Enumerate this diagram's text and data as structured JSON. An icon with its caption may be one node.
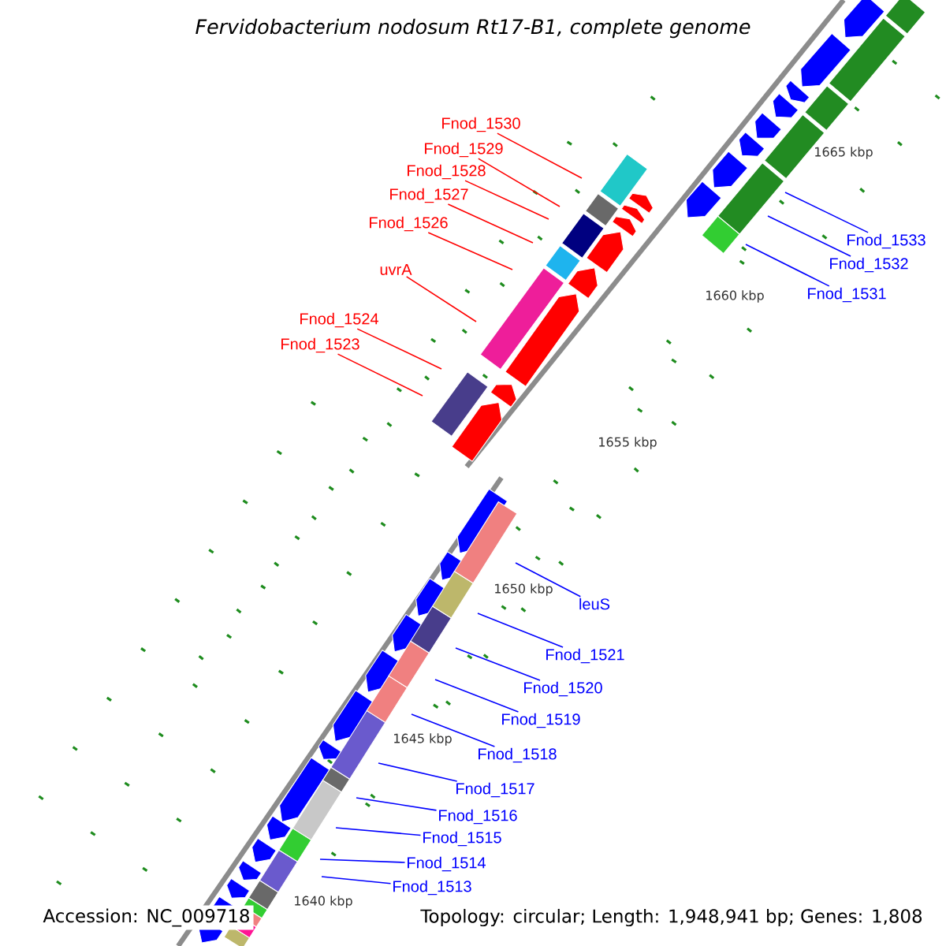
{
  "diagram": {
    "title": "Fervidobacterium nodosum Rt17-B1, complete genome",
    "nodes": [
      {
        "text": [
          "Fnod_1530"
        ]
      },
      {
        "text": [
          "Fnod_1529"
        ]
      },
      {
        "text": [
          "Fnod_1528"
        ]
      },
      {
        "text": [
          "Fnod_1527"
        ]
      },
      {
        "text": [
          "Fnod_1526"
        ]
      },
      {
        "text": [
          "Fnod_1533"
        ]
      },
      {
        "text": [
          "Fnod_1532"
        ]
      },
      {
        "text": [
          "uvrA"
        ]
      },
      {
        "text": [
          "Fnod_1531"
        ]
      },
      {
        "text": [
          "Fnod_1524"
        ]
      },
      {
        "text": [
          "Fnod_1523"
        ]
      },
      {
        "text": [
          "leuS"
        ]
      },
      {
        "text": [
          "Fnod_1521"
        ]
      },
      {
        "text": [
          "Fnod_1520"
        ]
      },
      {
        "text": [
          "Fnod_1519"
        ]
      },
      {
        "text": [
          "Fnod_1518"
        ]
      },
      {
        "text": [
          "Fnod_1517"
        ]
      },
      {
        "text": [
          "Fnod_1516"
        ]
      },
      {
        "text": [
          "Fnod_1515"
        ]
      },
      {
        "text": [
          "Fnod_1514"
        ]
      },
      {
        "text": [
          "Fnod_1513"
        ]
      }
    ],
    "edges": [
      {
        "from": 0,
        "to": null,
        "arrow": "none",
        "color": "#ff0000"
      },
      {
        "from": 1,
        "to": null,
        "arrow": "none",
        "color": "#ff0000"
      },
      {
        "from": 2,
        "to": null,
        "arrow": "none",
        "color": "#ff0000"
      },
      {
        "from": 3,
        "to": null,
        "arrow": "none",
        "color": "#ff0000"
      },
      {
        "from": 4,
        "to": null,
        "arrow": "none",
        "color": "#ff0000"
      },
      {
        "from": 5,
        "to": null,
        "arrow": "none"
      },
      {
        "from": 6,
        "to": null,
        "arrow": "none"
      },
      {
        "from": 7,
        "to": null,
        "arrow": "none",
        "color": "#ff0000"
      },
      {
        "from": 8,
        "to": null,
        "arrow": "none"
      },
      {
        "from": 9,
        "to": null,
        "arrow": "none",
        "color": "#ff0000"
      },
      {
        "from": 10,
        "to": null,
        "arrow": "none",
        "color": "#ff0000"
      },
      {
        "from": 11,
        "to": null,
        "arrow": "none"
      },
      {
        "from": 12,
        "to": null,
        "arrow": "none"
      },
      {
        "from": 13,
        "to": null,
        "arrow": "none"
      },
      {
        "from": 14,
        "to": null,
        "arrow": "none"
      },
      {
        "from": 15,
        "to": null,
        "arrow": "none"
      },
      {
        "from": 16,
        "to": null,
        "arrow": "none"
      },
      {
        "from": 17,
        "to": null,
        "arrow": "none"
      },
      {
        "from": 18,
        "to": null,
        "arrow": "none"
      },
      {
        "from": 19,
        "to": null,
        "arrow": "none"
      },
      {
        "from": 20,
        "to": null,
        "arrow": "none"
      }
    ],
    "labels": [
      "1665 kbp",
      "1660 kbp",
      "1655 kbp",
      "1650 kbp",
      "1645 kbp",
      "1640 kbp",
      "Accession: NC_009718",
      "Topology: circular; Length: 1,948,941 bp; Genes: 1,808"
    ]
  }
}
